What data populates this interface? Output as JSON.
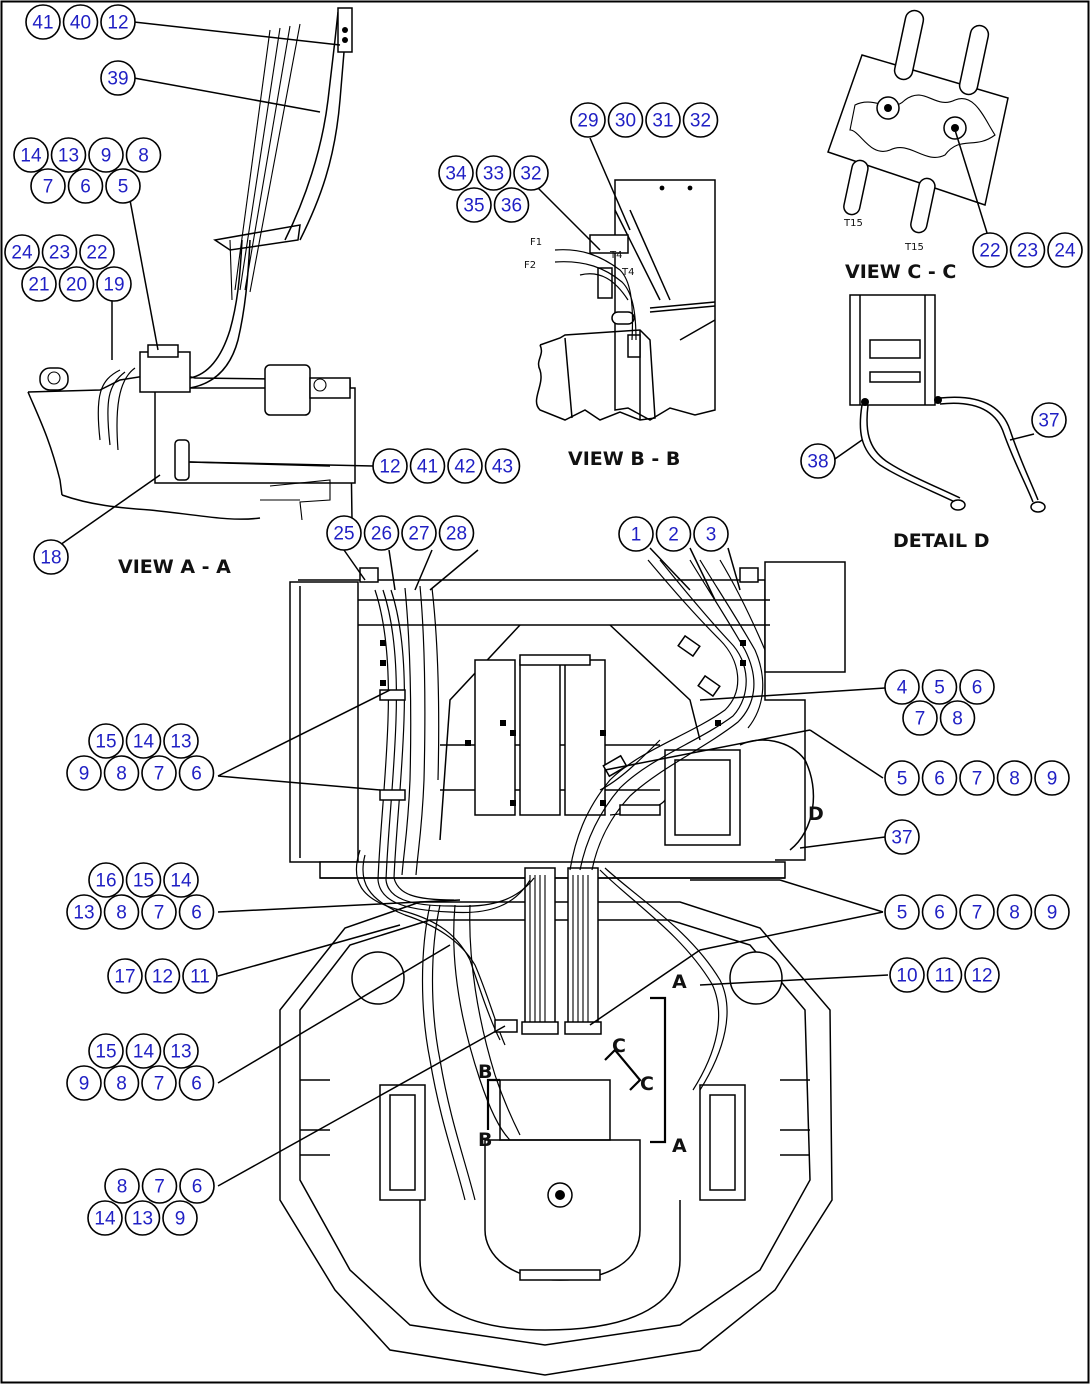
{
  "colors": {
    "callout_text": "#1f1fc4",
    "line": "#000000",
    "background": "#ffffff"
  },
  "labels": {
    "view_a": "VIEW A - A",
    "view_b": "VIEW B - B",
    "view_c": "VIEW C - C",
    "detail_d": "DETAIL D",
    "wire_t15_left": "T15",
    "wire_t15_right": "T15",
    "wire_f1": "F1",
    "wire_f2": "F2",
    "wire_t4_top": "T4",
    "wire_t4": "T4",
    "sec_a_top": "A",
    "sec_a_bottom": "A",
    "sec_b_top": "B",
    "sec_b_bottom": "B",
    "sec_c_top": "C",
    "sec_c_bottom": "C",
    "detail_mark": "D"
  },
  "callout_groups": [
    {
      "id": "g1",
      "numbers": [
        [
          "41",
          "40",
          "12"
        ]
      ]
    },
    {
      "id": "g2",
      "numbers": [
        [
          "39"
        ]
      ]
    },
    {
      "id": "g3",
      "numbers": [
        [
          "14",
          "13",
          "9",
          "8"
        ],
        [
          "7",
          "6",
          "5"
        ]
      ]
    },
    {
      "id": "g4",
      "numbers": [
        [
          "24",
          "23",
          "22"
        ],
        [
          "21",
          "20",
          "19"
        ]
      ]
    },
    {
      "id": "g5",
      "numbers": [
        [
          "12",
          "41",
          "42",
          "43"
        ]
      ]
    },
    {
      "id": "g6",
      "numbers": [
        [
          "18"
        ]
      ]
    },
    {
      "id": "g7",
      "numbers": [
        [
          "34",
          "33",
          "32"
        ],
        [
          "35",
          "36"
        ]
      ]
    },
    {
      "id": "g8",
      "numbers": [
        [
          "29",
          "30",
          "31",
          "32"
        ]
      ]
    },
    {
      "id": "g9",
      "numbers": [
        [
          "22",
          "23",
          "24"
        ]
      ]
    },
    {
      "id": "g10",
      "numbers": [
        [
          "37"
        ]
      ]
    },
    {
      "id": "g11",
      "numbers": [
        [
          "38"
        ]
      ]
    },
    {
      "id": "g12",
      "numbers": [
        [
          "25",
          "26",
          "27",
          "28"
        ]
      ]
    },
    {
      "id": "g13",
      "numbers": [
        [
          "1",
          "2",
          "3"
        ]
      ]
    },
    {
      "id": "g14",
      "numbers": [
        [
          "4",
          "5",
          "6"
        ],
        [
          "7",
          "8"
        ]
      ]
    },
    {
      "id": "g15",
      "numbers": [
        [
          "15",
          "14",
          "13"
        ],
        [
          "9",
          "8",
          "7",
          "6"
        ]
      ]
    },
    {
      "id": "g16",
      "numbers": [
        [
          "5",
          "6",
          "7",
          "8",
          "9"
        ]
      ]
    },
    {
      "id": "g17",
      "numbers": [
        [
          "37"
        ]
      ]
    },
    {
      "id": "g18",
      "numbers": [
        [
          "16",
          "15",
          "14"
        ],
        [
          "13",
          "8",
          "7",
          "6"
        ]
      ]
    },
    {
      "id": "g19",
      "numbers": [
        [
          "5",
          "6",
          "7",
          "8",
          "9"
        ]
      ]
    },
    {
      "id": "g20",
      "numbers": [
        [
          "17",
          "12",
          "11"
        ]
      ]
    },
    {
      "id": "g21",
      "numbers": [
        [
          "10",
          "11",
          "12"
        ]
      ]
    },
    {
      "id": "g22",
      "numbers": [
        [
          "15",
          "14",
          "13"
        ],
        [
          "9",
          "8",
          "7",
          "6"
        ]
      ]
    },
    {
      "id": "g23",
      "numbers": [
        [
          "8",
          "7",
          "6"
        ],
        [
          "14",
          "13",
          "9"
        ]
      ]
    }
  ]
}
